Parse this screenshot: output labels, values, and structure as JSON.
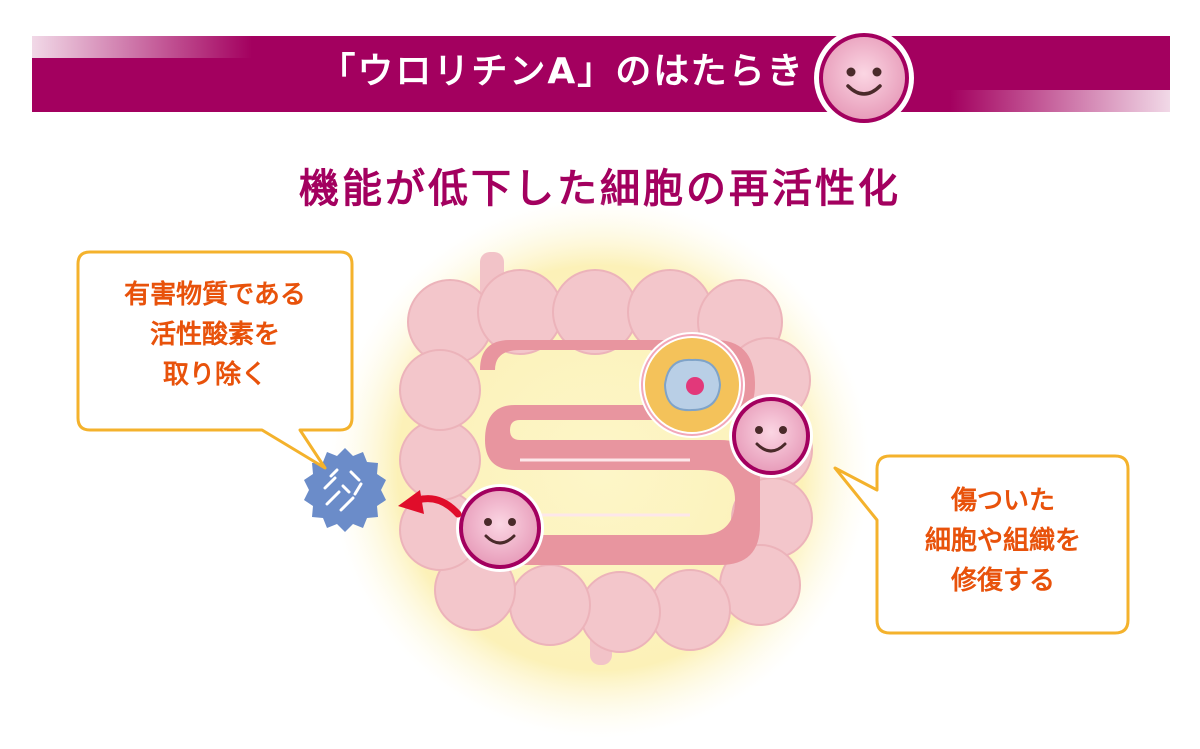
{
  "header": {
    "title": "「ウロリチンA」のはたらき"
  },
  "subtitle": "機能が低下した細胞の再活性化",
  "callouts": {
    "left": {
      "lines": [
        "有害物質である",
        "活性酸素を",
        "取り除く"
      ]
    },
    "right": {
      "lines": [
        "傷ついた",
        "細胞や組織を",
        "修復する"
      ]
    }
  },
  "colors": {
    "banner": "#a3005f",
    "subtitle": "#a3005f",
    "callout_text": "#e8520b",
    "callout_border": "#f4b22c",
    "glow": "#fbf3c0",
    "intestine_outer": "#f2c3c8",
    "intestine_inner": "#e7939e",
    "mascot": "#f7c1d3",
    "mascot_ring": "#a3005f",
    "radical": "#6b8cc9"
  },
  "icons": [
    "smiley-face-icon",
    "free-radical-icon",
    "red-arrow-icon",
    "cell-icon"
  ]
}
